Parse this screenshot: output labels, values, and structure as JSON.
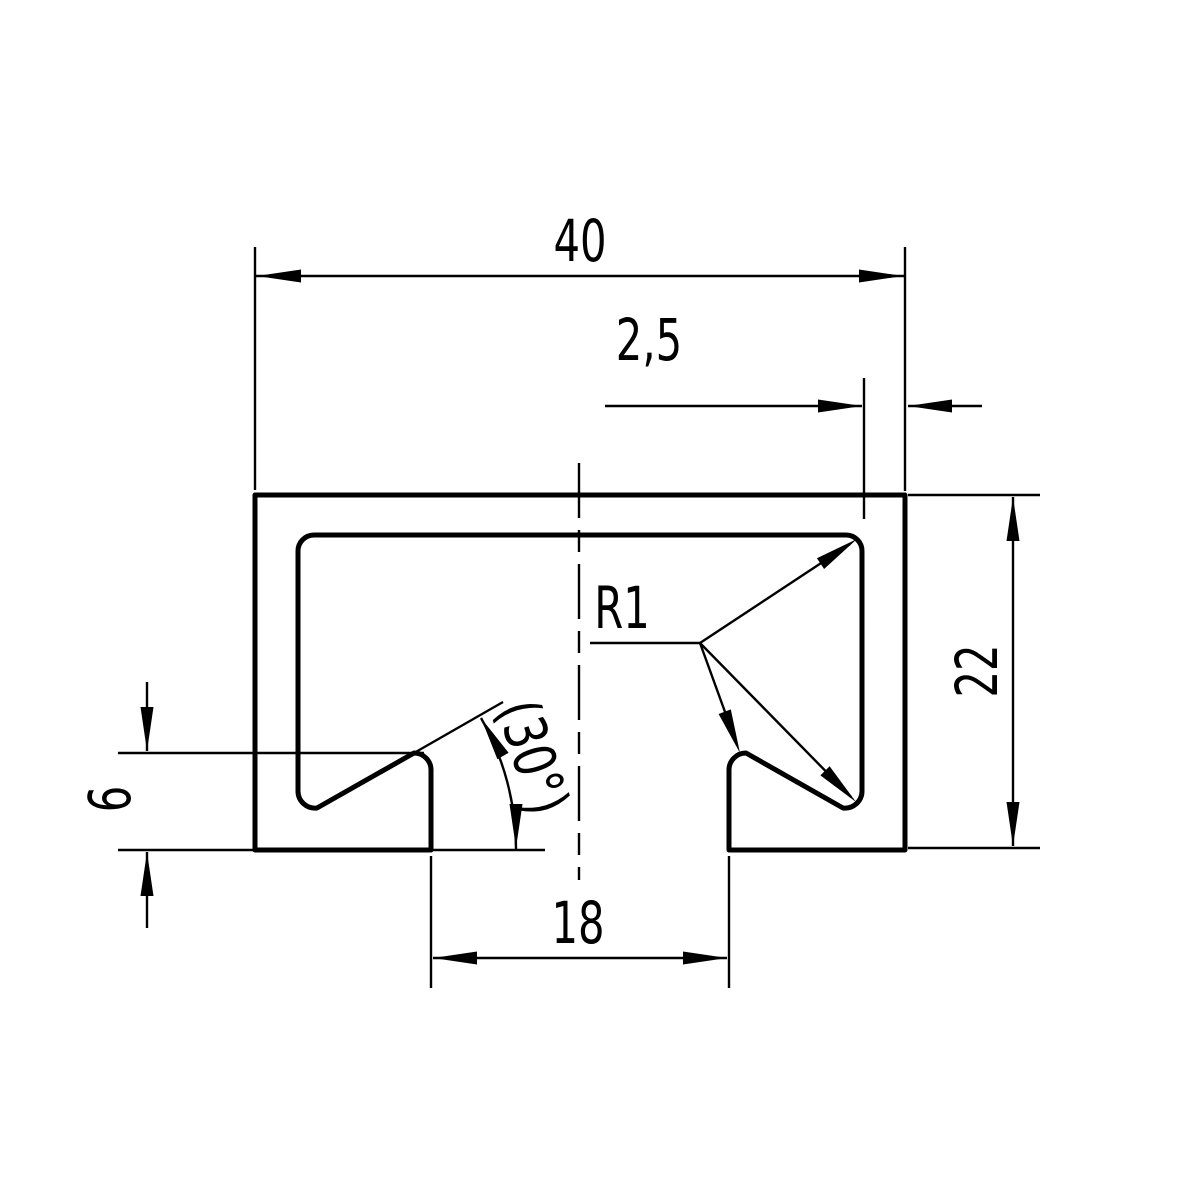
{
  "drawing": {
    "type": "technical-cross-section",
    "colors": {
      "line": "#000000",
      "background": "#ffffff"
    },
    "dimensions": {
      "overall_width": "40",
      "wall_thickness": "2,5",
      "overall_height": "22",
      "slot_width": "18",
      "lip_height": "6",
      "fillet_radius": "R1",
      "lip_angle": "(30°)"
    }
  }
}
